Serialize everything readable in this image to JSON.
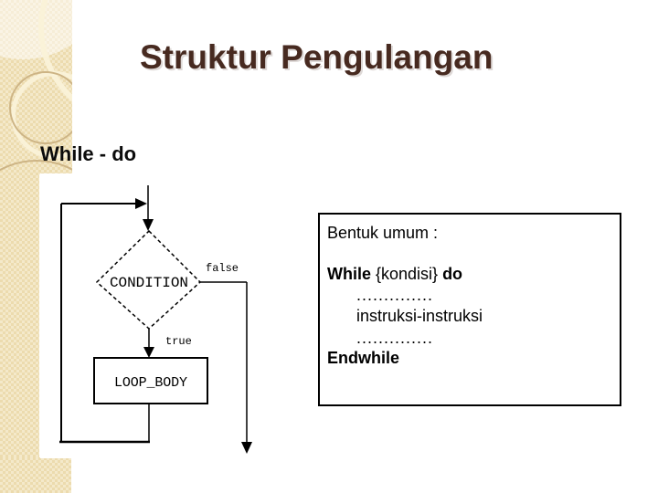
{
  "slide": {
    "title": "Struktur Pengulangan",
    "subtitle": "While - do"
  },
  "flowchart": {
    "condition": "CONDITION",
    "loop_body": "LOOP_BODY",
    "branch_false": "false",
    "branch_true": "true"
  },
  "code_box": {
    "heading": "Bentuk umum :",
    "while_kw": "While",
    "while_cond": " {kondisi} ",
    "do_kw": "do",
    "dots_top": "..............",
    "instructions": "instruksi-instruksi",
    "dots_bottom": "..............",
    "end_kw": "Endwhile"
  },
  "colors": {
    "sidebar_beige": "#ecdbae",
    "sidebar_checker_light": "#f4e9ca",
    "title_brown": "#472a20",
    "flowchart_line": "#000000",
    "background": "#ffffff"
  }
}
